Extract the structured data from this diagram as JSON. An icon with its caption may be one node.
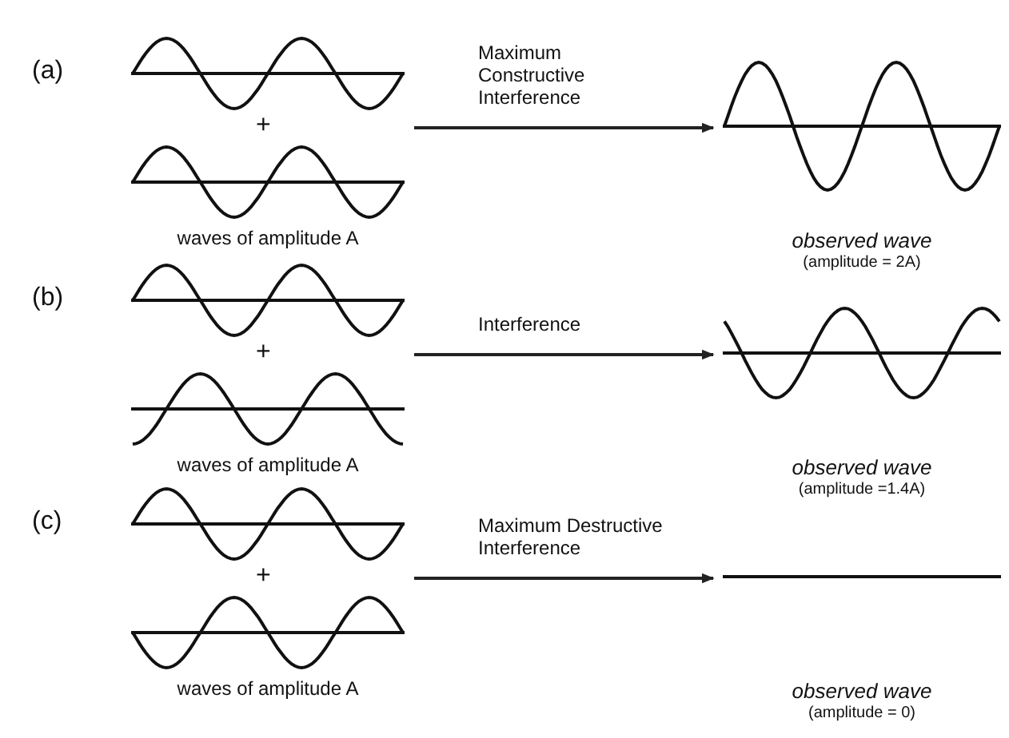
{
  "diagram": {
    "nodes": [
      {
        "text": [],
        "shape": "picture",
        "beside": [
          "waves of amplitude A"
        ]
      },
      {
        "text": [],
        "shape": "picture",
        "beside": [
          "observed wave",
          "(amplitude = 2A)"
        ]
      },
      {
        "text": [],
        "shape": "picture",
        "beside": [
          "waves of amplitude A"
        ]
      },
      {
        "text": [],
        "shape": "picture",
        "beside": [
          "observed wave",
          "(amplitude =1.4A)"
        ]
      },
      {
        "text": [],
        "shape": "picture",
        "beside": [
          "waves of amplitude A"
        ]
      },
      {
        "text": [],
        "shape": "picture",
        "beside": [
          "observed wave",
          "(amplitude = 0)"
        ]
      }
    ],
    "edges": [
      {
        "from": 0,
        "to": 1,
        "arrow": "to",
        "label": "Maximum Constructive Interference"
      },
      {
        "from": 2,
        "to": 3,
        "arrow": "to",
        "label": "Interference"
      },
      {
        "from": 4,
        "to": 5,
        "arrow": "to",
        "label": "Maximum Destructive Interference"
      }
    ],
    "labels": [
      "(a)",
      "+",
      "(b)",
      "+",
      "(c)",
      "+"
    ]
  }
}
